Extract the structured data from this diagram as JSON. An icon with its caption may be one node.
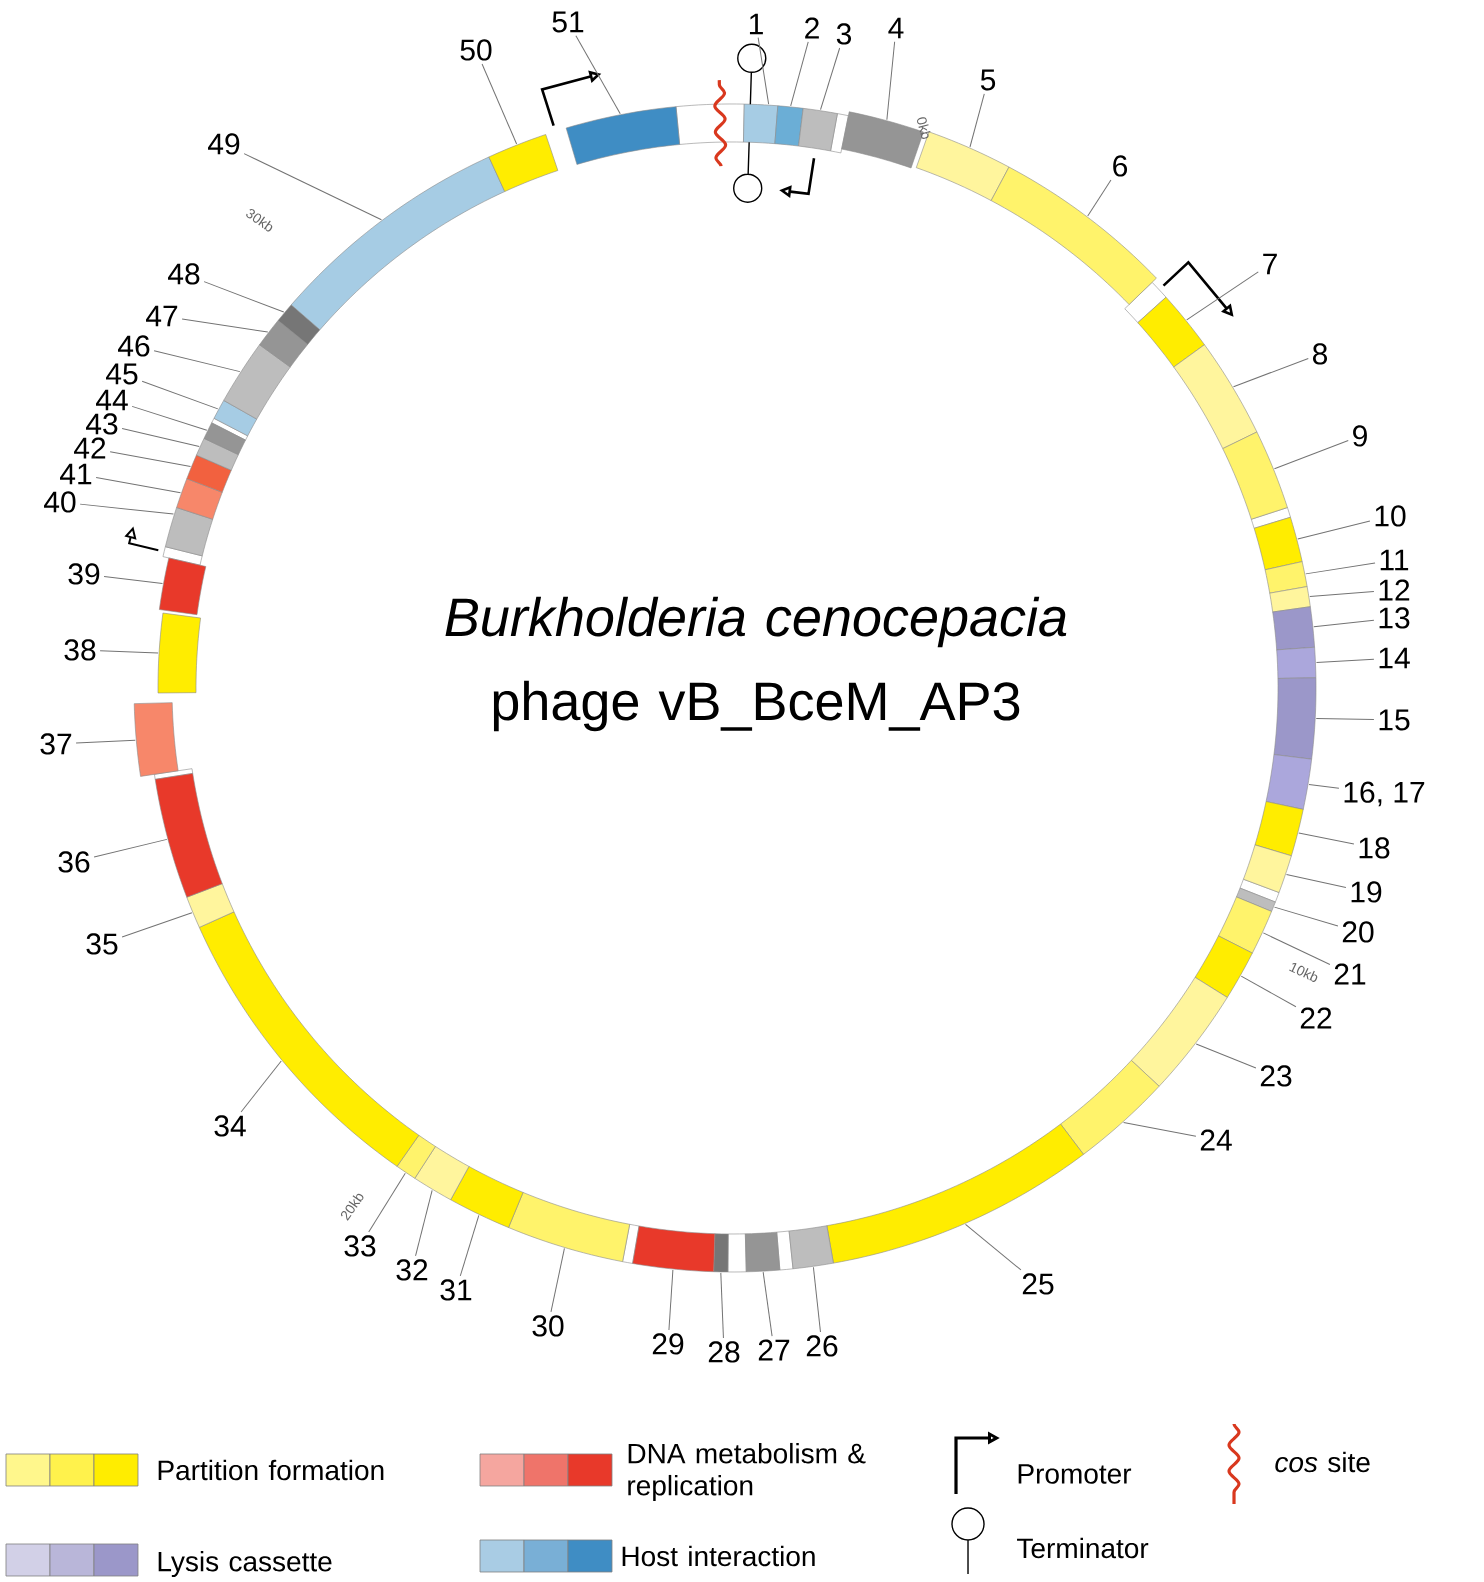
{
  "diagram": {
    "title": "*Burkholderia cenocepacia* phage vB_BceM_AP3",
    "nodes": [
      {
        "text": [
          "1"
        ]
      },
      {
        "text": [
          "2"
        ]
      },
      {
        "text": [
          "3"
        ]
      },
      {
        "text": [
          "4"
        ]
      },
      {
        "text": [
          "5"
        ]
      },
      {
        "text": [
          "6"
        ]
      },
      {
        "text": [
          "7"
        ]
      },
      {
        "text": [
          "8"
        ]
      },
      {
        "text": [
          "9"
        ]
      },
      {
        "text": [
          "10"
        ]
      },
      {
        "text": [
          "11"
        ]
      },
      {
        "text": [
          "12"
        ]
      },
      {
        "text": [
          "13"
        ]
      },
      {
        "text": [
          "14"
        ]
      },
      {
        "text": [
          "15"
        ]
      },
      {
        "text": [
          "16, 17"
        ]
      },
      {
        "text": [
          "18"
        ]
      },
      {
        "text": [
          "19"
        ]
      },
      {
        "text": [
          "20"
        ]
      },
      {
        "text": [
          "21"
        ]
      },
      {
        "text": [
          "22"
        ]
      },
      {
        "text": [
          "23"
        ]
      },
      {
        "text": [
          "24"
        ]
      },
      {
        "text": [
          "25"
        ]
      },
      {
        "text": [
          "26"
        ]
      },
      {
        "text": [
          "27"
        ]
      },
      {
        "text": [
          "28"
        ]
      },
      {
        "text": [
          "29"
        ]
      },
      {
        "text": [
          "30"
        ]
      },
      {
        "text": [
          "31"
        ]
      },
      {
        "text": [
          "32"
        ]
      },
      {
        "text": [
          "33"
        ]
      },
      {
        "text": [
          "34"
        ]
      },
      {
        "text": [
          "35"
        ]
      },
      {
        "text": [
          "36"
        ]
      },
      {
        "text": [
          "37"
        ]
      },
      {
        "text": [
          "38"
        ]
      },
      {
        "text": [
          "39"
        ]
      },
      {
        "text": [
          "40"
        ]
      },
      {
        "text": [
          "41"
        ]
      },
      {
        "text": [
          "42"
        ]
      },
      {
        "text": [
          "43"
        ]
      },
      {
        "text": [
          "44"
        ]
      },
      {
        "text": [
          "45"
        ]
      },
      {
        "text": [
          "46"
        ]
      },
      {
        "text": [
          "47"
        ]
      },
      {
        "text": [
          "48"
        ]
      },
      {
        "text": [
          "49"
        ]
      },
      {
        "text": [
          "50"
        ]
      },
      {
        "text": [
          "51"
        ]
      },
      {
        "text": [],
        "shape": "bar"
      },
      {
        "text": [],
        "shape": "bar"
      },
      {
        "text": [],
        "shape": "bar"
      },
      {
        "text": [],
        "shape": "bar"
      },
      {
        "text": [],
        "shape": "bar"
      },
      {
        "text": [],
        "shape": "bar"
      },
      {
        "text": [],
        "shape": "bar"
      },
      {
        "text": [],
        "shape": "bar"
      },
      {
        "text": [],
        "shape": "bar"
      },
      {
        "text": [],
        "shape": "bar"
      },
      {
        "text": [],
        "shape": "bar"
      },
      {
        "text": [],
        "shape": "bar"
      },
      {
        "text": [],
        "shape": "bar"
      },
      {
        "text": [],
        "shape": "bar"
      },
      {
        "text": [],
        "shape": "bar"
      },
      {
        "text": [],
        "shape": "bar"
      },
      {
        "text": [],
        "shape": "bar"
      },
      {
        "text": [],
        "shape": "bar"
      },
      {
        "text": [],
        "shape": "bar"
      },
      {
        "text": [],
        "shape": "bar"
      },
      {
        "text": [],
        "shape": "bar"
      },
      {
        "text": [],
        "shape": "bar"
      },
      {
        "text": [],
        "shape": "bar"
      },
      {
        "text": [],
        "shape": "bar"
      },
      {
        "text": [],
        "shape": "bar"
      },
      {
        "text": [],
        "shape": "bar"
      },
      {
        "text": [],
        "shape": "bar"
      },
      {
        "text": [],
        "shape": "bar"
      },
      {
        "text": [],
        "shape": "bar"
      },
      {
        "text": [],
        "shape": "bar"
      },
      {
        "text": [],
        "shape": "bar"
      },
      {
        "text": [],
        "shape": "bar"
      },
      {
        "text": [],
        "shape": "bar"
      },
      {
        "text": [],
        "shape": "bar"
      },
      {
        "text": [],
        "shape": "bar"
      },
      {
        "text": [],
        "shape": "bar"
      },
      {
        "text": [],
        "shape": "bar"
      },
      {
        "text": [],
        "shape": "bar"
      },
      {
        "text": [],
        "shape": "bar"
      },
      {
        "text": [],
        "shape": "bar"
      },
      {
        "text": [],
        "shape": "bar"
      },
      {
        "text": [],
        "shape": "bar"
      },
      {
        "text": [],
        "shape": "bar"
      },
      {
        "text": [],
        "shape": "bar"
      },
      {
        "text": [],
        "shape": "bar"
      },
      {
        "text": [],
        "shape": "bar"
      },
      {
        "text": [],
        "shape": "bar"
      },
      {
        "text": [],
        "shape": "bar"
      },
      {
        "text": [],
        "shape": "bar"
      },
      {
        "text": [],
        "shape": "bar"
      }
    ],
    "edges": [
      {
        "from": 0,
        "to": 50,
        "arrow": "none"
      },
      {
        "from": 1,
        "to": 51,
        "arrow": "none"
      },
      {
        "from": 2,
        "to": 52,
        "arrow": "none"
      },
      {
        "from": 3,
        "to": 53,
        "arrow": "none"
      },
      {
        "from": 4,
        "to": 54,
        "arrow": "none"
      },
      {
        "from": 5,
        "to": 55,
        "arrow": "none"
      },
      {
        "from": 6,
        "to": 56,
        "arrow": "none"
      },
      {
        "from": 7,
        "to": 57,
        "arrow": "none"
      },
      {
        "from": 8,
        "to": 58,
        "arrow": "none"
      },
      {
        "from": 9,
        "to": 59,
        "arrow": "none"
      },
      {
        "from": 10,
        "to": 60,
        "arrow": "none"
      },
      {
        "from": 11,
        "to": 61,
        "arrow": "none"
      },
      {
        "from": 12,
        "to": 62,
        "arrow": "none"
      },
      {
        "from": 13,
        "to": 63,
        "arrow": "none"
      },
      {
        "from": 14,
        "to": 64,
        "arrow": "none"
      },
      {
        "from": 15,
        "to": 65,
        "arrow": "none"
      },
      {
        "from": 16,
        "to": 66,
        "arrow": "none"
      },
      {
        "from": 17,
        "to": 67,
        "arrow": "none"
      },
      {
        "from": 18,
        "to": 68,
        "arrow": "none"
      },
      {
        "from": 19,
        "to": 69,
        "arrow": "none"
      },
      {
        "from": 20,
        "to": 70,
        "arrow": "none"
      },
      {
        "from": 21,
        "to": 71,
        "arrow": "none"
      },
      {
        "from": 22,
        "to": 72,
        "arrow": "none"
      },
      {
        "from": 23,
        "to": 73,
        "arrow": "none"
      },
      {
        "from": 24,
        "to": 74,
        "arrow": "none"
      },
      {
        "from": 25,
        "to": 75,
        "arrow": "none"
      },
      {
        "from": 26,
        "to": 76,
        "arrow": "none"
      },
      {
        "from": 27,
        "to": 77,
        "arrow": "none"
      },
      {
        "from": 28,
        "to": 78,
        "arrow": "none"
      },
      {
        "from": 29,
        "to": 79,
        "arrow": "none"
      },
      {
        "from": 30,
        "to": 80,
        "arrow": "none"
      },
      {
        "from": 31,
        "to": 81,
        "arrow": "none"
      },
      {
        "from": 32,
        "to": 82,
        "arrow": "none"
      },
      {
        "from": 33,
        "to": 83,
        "arrow": "none"
      },
      {
        "from": 34,
        "to": 84,
        "arrow": "none"
      },
      {
        "from": 35,
        "to": 85,
        "arrow": "none"
      },
      {
        "from": 36,
        "to": 86,
        "arrow": "none"
      },
      {
        "from": 37,
        "to": 87,
        "arrow": "none"
      },
      {
        "from": 38,
        "to": 88,
        "arrow": "none"
      },
      {
        "from": 39,
        "to": 89,
        "arrow": "none"
      },
      {
        "from": 40,
        "to": 90,
        "arrow": "none"
      },
      {
        "from": 41,
        "to": 91,
        "arrow": "none"
      },
      {
        "from": 42,
        "to": 92,
        "arrow": "none"
      },
      {
        "from": 43,
        "to": 93,
        "arrow": "none"
      },
      {
        "from": 44,
        "to": 94,
        "arrow": "none"
      },
      {
        "from": 45,
        "to": 95,
        "arrow": "none"
      },
      {
        "from": 46,
        "to": 96,
        "arrow": "none"
      },
      {
        "from": 47,
        "to": 97,
        "arrow": "none"
      },
      {
        "from": 48,
        "to": 98,
        "arrow": "none"
      },
      {
        "from": 49,
        "to": 99,
        "arrow": "none"
      }
    ],
    "labels": [
      "0kb",
      "10kb",
      "20kb",
      "30kb"
    ],
    "legend": [
      {
        "text": "Partition formation",
        "color": "#ffed00"
      },
      {
        "text": "DNA metabolism & replication",
        "color": "#e8392a"
      },
      {
        "text": "Promoter"
      },
      {
        "text": "*cos* site"
      },
      {
        "text": "Lysis cassette",
        "color": "#9b97c9"
      },
      {
        "text": "Host interaction",
        "color": "#3f8dc4"
      },
      {
        "text": "Terminator"
      }
    ]
  }
}
